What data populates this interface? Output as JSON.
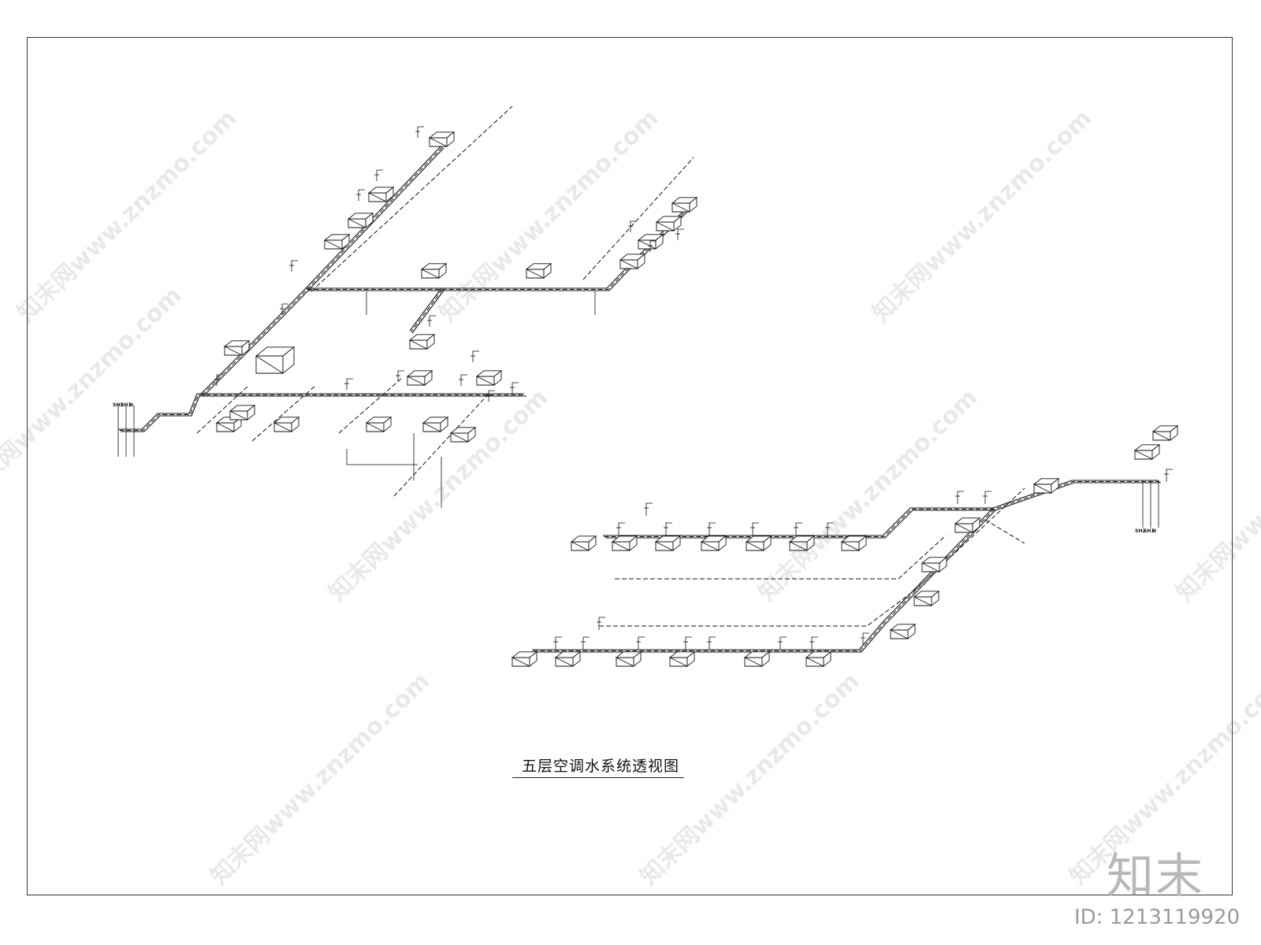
{
  "drawing": {
    "title": "五层空调水系统透视图",
    "riser_labels_left": [
      "SH2",
      "SH1",
      "N"
    ],
    "riser_labels_right": [
      "SH2",
      "SH1",
      "N"
    ]
  },
  "watermark": {
    "text": "知末网www.znzmo.com",
    "logo": "知末",
    "id_label": "ID: 1213119920"
  }
}
